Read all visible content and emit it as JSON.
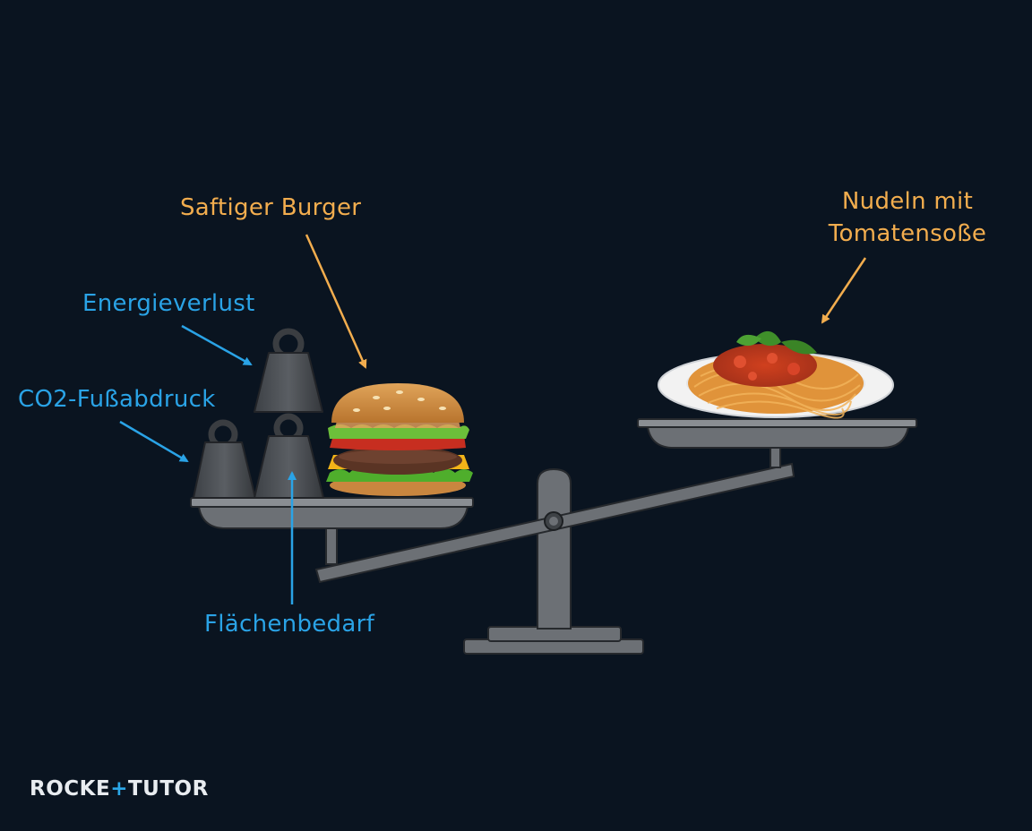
{
  "labels": {
    "burger": "Saftiger Burger",
    "pasta_line1": "Nudeln mit",
    "pasta_line2": "Tomatensoße",
    "energy": "Energieverlust",
    "co2": "CO2-Fußabdruck",
    "area": "Flächenbedarf"
  },
  "logo": {
    "part1": "ROCKE",
    "plus": "+",
    "part2": "TUTOR"
  },
  "colors": {
    "background": "#0a1420",
    "label_orange": "#f2ad4e",
    "label_blue": "#2aa3e6",
    "scale_gray": "#6c7075"
  },
  "icons": [
    "weight-icon",
    "burger-icon",
    "pasta-plate-icon",
    "balance-scale-icon"
  ]
}
